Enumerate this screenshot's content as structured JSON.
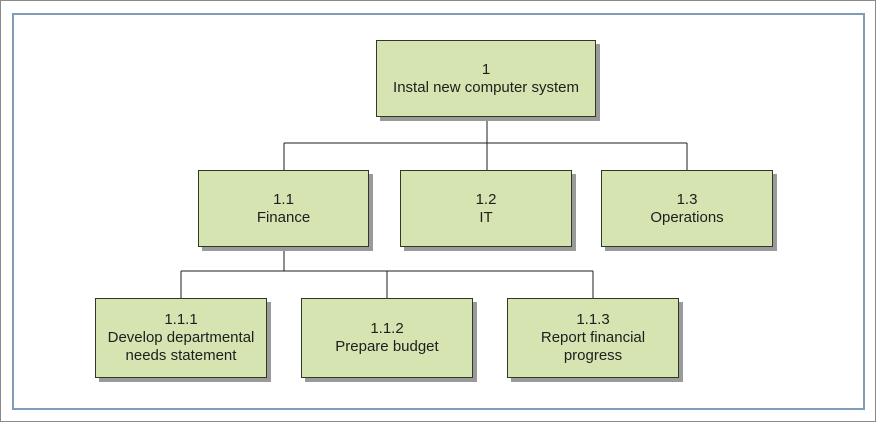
{
  "diagram": {
    "root": {
      "number": "1",
      "label": "Instal new computer system"
    },
    "level2": [
      {
        "number": "1.1",
        "label": "Finance"
      },
      {
        "number": "1.2",
        "label": "IT"
      },
      {
        "number": "1.3",
        "label": "Operations"
      }
    ],
    "level3": [
      {
        "number": "1.1.1",
        "label": "Develop departmental\nneeds statement"
      },
      {
        "number": "1.1.2",
        "label": "Prepare budget"
      },
      {
        "number": "1.1.3",
        "label": "Report financial\nprogress"
      }
    ]
  },
  "colors": {
    "box_fill": "#d5e4b0",
    "box_border": "#2e3a25",
    "shadow": "#9a9a9a",
    "frame": "#7f9db6",
    "connector": "#1e1e1e"
  }
}
